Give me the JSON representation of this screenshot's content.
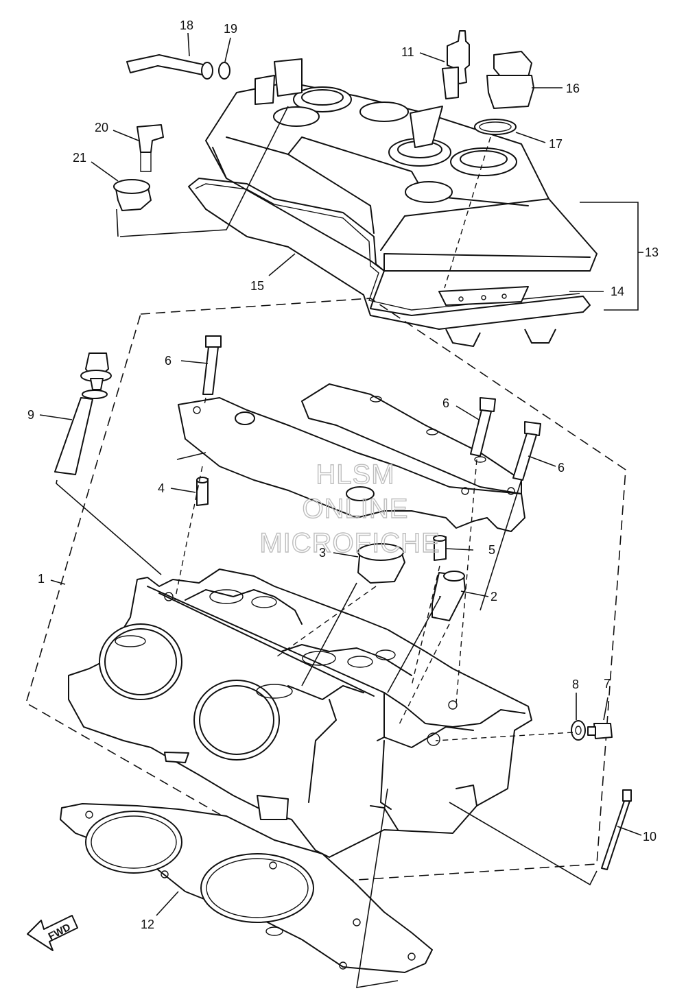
{
  "watermark": {
    "line1": "HLSM",
    "line2": "ONLINE",
    "line3": "MICROFICHE"
  },
  "direction_marker": {
    "label": "FWD",
    "icon": "forward-arrow-icon"
  },
  "callouts": [
    {
      "id": "1",
      "label": "1"
    },
    {
      "id": "2",
      "label": "2"
    },
    {
      "id": "3",
      "label": "3"
    },
    {
      "id": "4",
      "label": "4"
    },
    {
      "id": "5",
      "label": "5"
    },
    {
      "id": "6a",
      "label": "6"
    },
    {
      "id": "6b",
      "label": "6"
    },
    {
      "id": "6c",
      "label": "6"
    },
    {
      "id": "7",
      "label": "7"
    },
    {
      "id": "8",
      "label": "8"
    },
    {
      "id": "9",
      "label": "9"
    },
    {
      "id": "10",
      "label": "10"
    },
    {
      "id": "11",
      "label": "11"
    },
    {
      "id": "12",
      "label": "12"
    },
    {
      "id": "13",
      "label": "13"
    },
    {
      "id": "14",
      "label": "14"
    },
    {
      "id": "15",
      "label": "15"
    },
    {
      "id": "16",
      "label": "16"
    },
    {
      "id": "17",
      "label": "17"
    },
    {
      "id": "18",
      "label": "18"
    },
    {
      "id": "19",
      "label": "19"
    },
    {
      "id": "20",
      "label": "20"
    },
    {
      "id": "21",
      "label": "21"
    }
  ]
}
